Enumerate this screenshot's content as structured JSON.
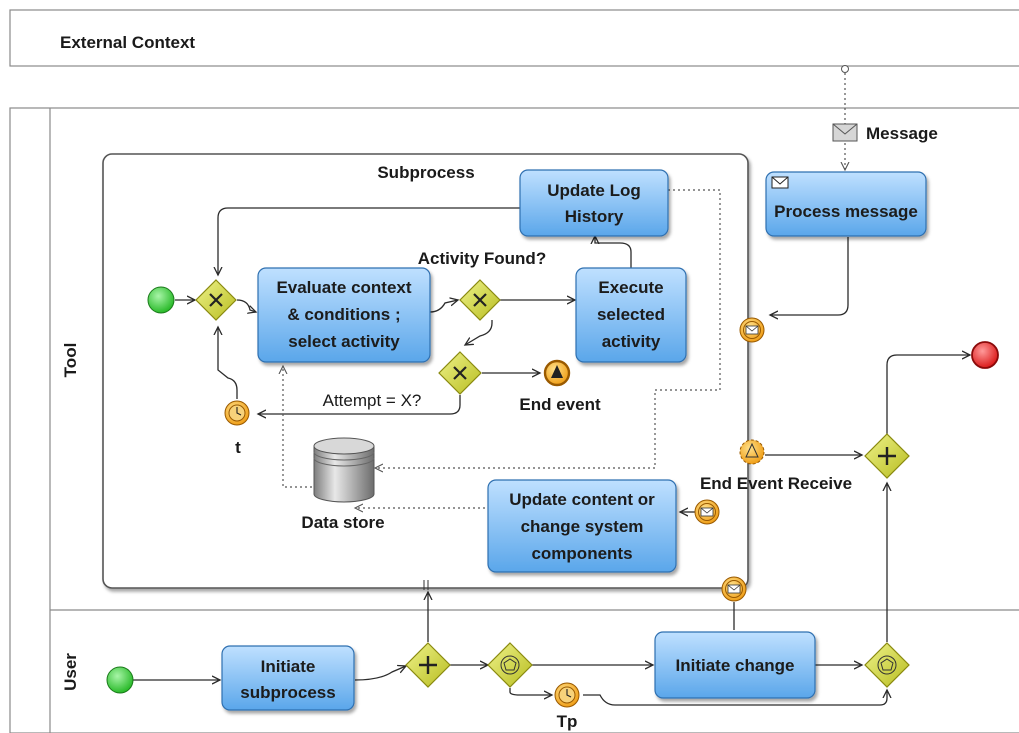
{
  "pools": {
    "external": {
      "label": "External Context"
    },
    "lanes": [
      {
        "id": "tool",
        "label": "Tool"
      },
      {
        "id": "user",
        "label": "User"
      }
    ]
  },
  "subprocess": {
    "label": "Subprocess"
  },
  "tasks": {
    "evaluate": [
      "Evaluate context",
      "& conditions ;",
      "select activity"
    ],
    "execute": [
      "Execute",
      "selected",
      "activity"
    ],
    "update_log": [
      "Update Log",
      "History"
    ],
    "update_content": [
      "Update content or",
      "change system",
      "components"
    ],
    "process_message": [
      "Process message"
    ],
    "initiate_subprocess": [
      "Initiate",
      "subprocess"
    ],
    "initiate_change": [
      "Initiate change"
    ]
  },
  "labels": {
    "message": "Message",
    "activity_found": "Activity Found?",
    "attempt": "Attempt = X?",
    "end_event": "End event",
    "timer_t": "t",
    "data_store": "Data store",
    "end_event_receive": "End Event Receive",
    "timer_tp": "Tp"
  },
  "colors": {
    "task_fill": "#7bbcf2",
    "gateway_fill": "#d4d94a",
    "event_fill": "#f5b830",
    "start_fill": "#33cc33",
    "end_fill": "#e02020"
  }
}
